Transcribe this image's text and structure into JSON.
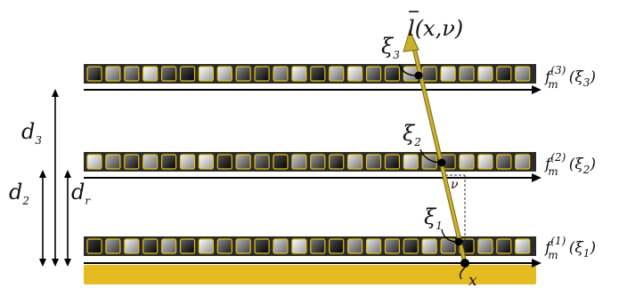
{
  "ray": {
    "label_prefix": "l",
    "label_args": "(x,ν)"
  },
  "angle_label": "ν",
  "base_point_label": "x",
  "points": [
    {
      "label": "ξ",
      "sub": "1"
    },
    {
      "label": "ξ",
      "sub": "2"
    },
    {
      "label": "ξ",
      "sub": "3"
    }
  ],
  "layers": [
    {
      "f_label": "f",
      "f_sub": "m",
      "f_sup": "(1)",
      "f_arg": "(ξ",
      "f_arg_sub": "1",
      "f_close": ")",
      "tiles": [
        0.15,
        0.55,
        0.85,
        0.35,
        0.7,
        0.3,
        0.9,
        0.45,
        0.6,
        0.25,
        0.75,
        0.95,
        0.4,
        0.2,
        0.65,
        0.8,
        0.5,
        0.3,
        0.85,
        0.55,
        0.1,
        0.7,
        0.35,
        0.9
      ]
    },
    {
      "f_label": "f",
      "f_sub": "m",
      "f_sup": "(2)",
      "f_arg": "(ξ",
      "f_arg_sub": "2",
      "f_close": ")",
      "tiles": [
        0.95,
        0.6,
        0.4,
        0.75,
        0.3,
        0.85,
        0.95,
        0.25,
        0.6,
        0.45,
        0.2,
        0.7,
        0.5,
        0.35,
        0.8,
        0.55,
        0.3,
        0.9,
        0.65,
        0.4,
        0.85,
        0.95,
        0.5,
        0.75
      ]
    },
    {
      "f_label": "f",
      "f_sub": "m",
      "f_sup": "(3)",
      "f_arg": "(ξ",
      "f_arg_sub": "3",
      "f_close": ")",
      "tiles": [
        0.35,
        0.7,
        0.55,
        0.95,
        0.4,
        0.2,
        0.95,
        0.85,
        0.45,
        0.3,
        0.65,
        0.9,
        0.25,
        0.75,
        0.95,
        0.5,
        0.35,
        0.8,
        0.45,
        0.95,
        0.6,
        0.9,
        0.3,
        0.7
      ]
    }
  ],
  "distances": [
    {
      "label": "d",
      "sub": "3"
    },
    {
      "label": "d",
      "sub": "2"
    },
    {
      "label": "d",
      "sub": "r"
    }
  ],
  "colors": {
    "strip": "#2b2b2b",
    "tile_border": "#e3c21a",
    "ray": "#c9b12e",
    "ray_dark": "#7a6a10",
    "base": "#e5bb22",
    "arrow": "#000000"
  }
}
